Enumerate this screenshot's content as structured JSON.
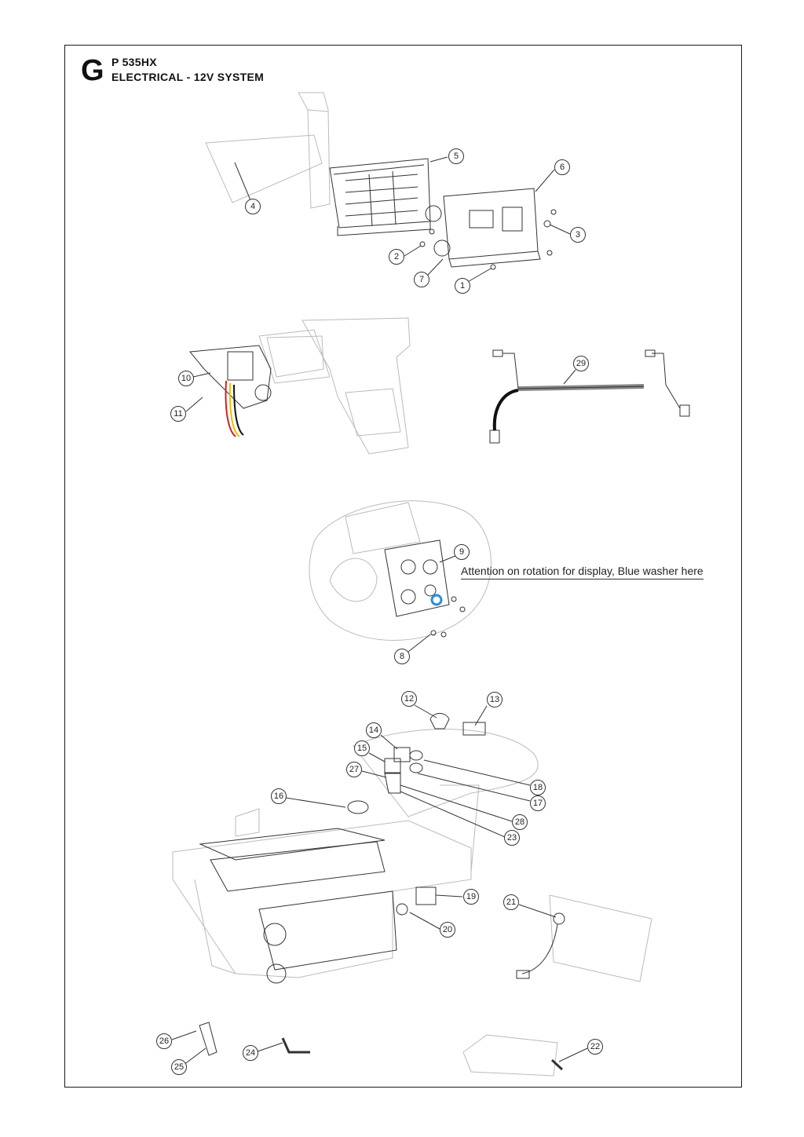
{
  "header": {
    "letter": "G",
    "model": "P 535HX",
    "title": "ELECTRICAL - 12V SYSTEM"
  },
  "note": "Attention on rotation for display, Blue washer here",
  "callouts": [
    "1",
    "2",
    "3",
    "4",
    "5",
    "6",
    "7",
    "8",
    "9",
    "10",
    "11",
    "12",
    "13",
    "14",
    "15",
    "16",
    "17",
    "18",
    "19",
    "20",
    "21",
    "22",
    "23",
    "24",
    "25",
    "26",
    "27",
    "28",
    "29"
  ],
  "colors": {
    "line": "#333333",
    "faint": "#bbbbbb",
    "wire_red": "#d42020",
    "wire_yellow": "#e8c000",
    "wire_black": "#111111",
    "blue_washer": "#2a8fd8"
  }
}
